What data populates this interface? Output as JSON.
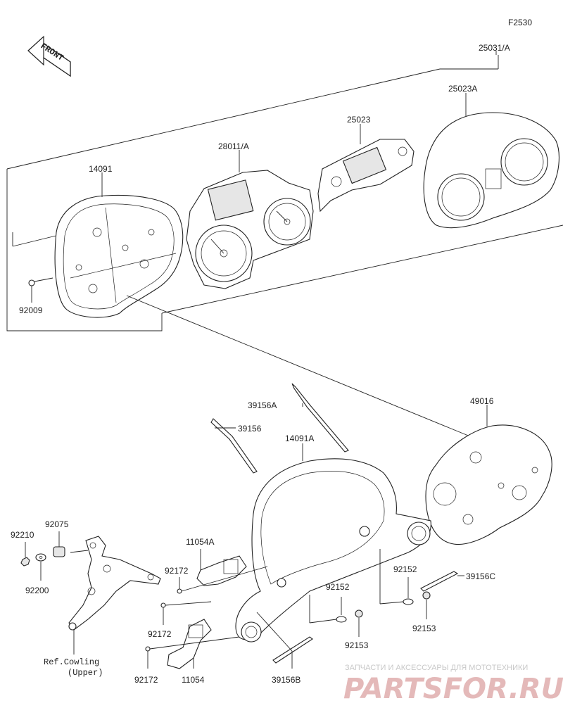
{
  "diagram_code": "F2530",
  "front_label": "FRONT",
  "parts": {
    "p25031A": "25031/A",
    "p25023A": "25023A",
    "p25023": "25023",
    "p28011A": "28011/A",
    "p14091": "14091",
    "p92009": "92009",
    "p39156A": "39156A",
    "p39156": "39156",
    "p14091A": "14091A",
    "p49016": "49016",
    "p92210": "92210",
    "p92075": "92075",
    "p92200": "92200",
    "p11054A": "11054A",
    "p92172a": "92172",
    "p92172b": "92172",
    "p92172c": "92172",
    "p11054": "11054",
    "p92152a": "92152",
    "p92152b": "92152",
    "p39156C": "39156C",
    "p92153a": "92153",
    "p92153b": "92153",
    "p39156B": "39156B"
  },
  "ref_note": {
    "line1": "Ref.Cowling",
    "line2": "(Upper)"
  },
  "watermark": {
    "top": "ЗАПЧАСТИ И АКСЕССУАРЫ ДЛЯ МОТОТЕХНИКИ",
    "main": "PARTSFOR.RU"
  }
}
